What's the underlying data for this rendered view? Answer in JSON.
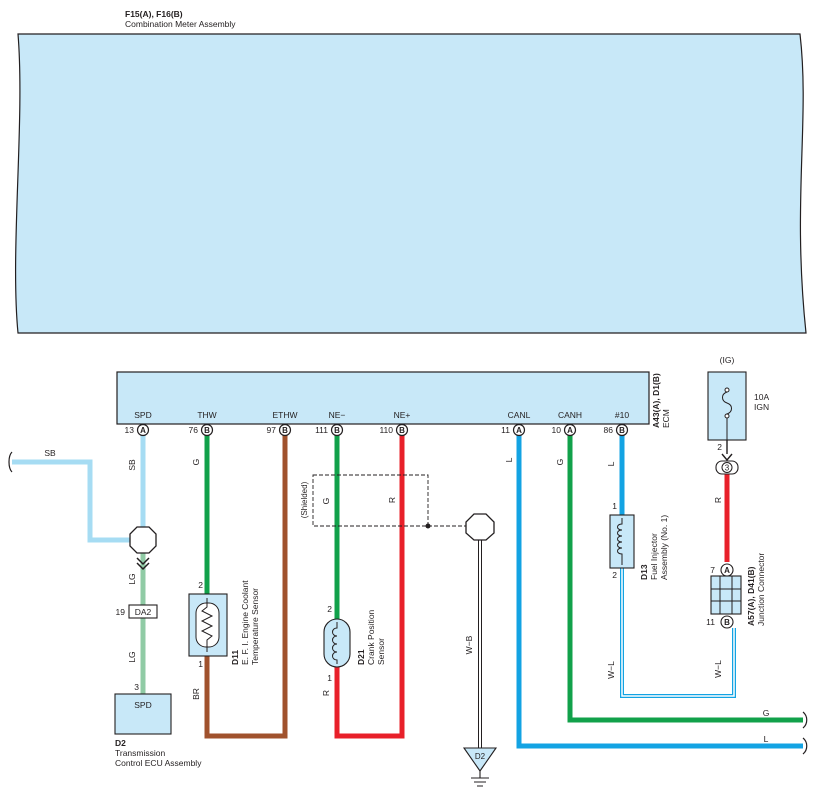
{
  "meter": {
    "code": "F15(A), F16(B)",
    "name": "Combination Meter Assembly"
  },
  "ecm": {
    "code": "A43(A), D1(B)",
    "name": "ECM"
  },
  "pins": [
    {
      "name": "SPD",
      "num": "13",
      "conn": "A"
    },
    {
      "name": "THW",
      "num": "76",
      "conn": "B"
    },
    {
      "name": "ETHW",
      "num": "97",
      "conn": "B"
    },
    {
      "name": "NE−",
      "num": "111",
      "conn": "B"
    },
    {
      "name": "NE+",
      "num": "110",
      "conn": "B"
    },
    {
      "name": "CANL",
      "num": "11",
      "conn": "A"
    },
    {
      "name": "CANH",
      "num": "10",
      "conn": "A"
    },
    {
      "name": "#10",
      "num": "86",
      "conn": "B"
    }
  ],
  "wires": {
    "sb": "SB",
    "lg": "LG",
    "g": "G",
    "br": "BR",
    "r": "R",
    "l": "L",
    "wb": "W−B",
    "wl": "W−L",
    "shielded": "(Shielded)"
  },
  "transmission": {
    "code": "D2",
    "name1": "Transmission",
    "name2": "Control ECU Assembly",
    "box": "SPD",
    "pin": "3"
  },
  "da2": {
    "label": "DA2",
    "pin": "19"
  },
  "ect": {
    "code": "D11",
    "name1": "E. F. I.  Engine Coolant",
    "name2": "Temperature Sensor",
    "pin_top": "2",
    "pin_bot": "1"
  },
  "crank": {
    "code": "D21",
    "name1": "Crank Position",
    "name2": "Sensor",
    "pin_top": "2",
    "pin_bot": "1"
  },
  "injector": {
    "code": "D13",
    "name1": "Fuel Injector",
    "name2": "Assembly (No. 1)",
    "pin_top": "1",
    "pin_bot": "2"
  },
  "fuse": {
    "label": "(IG)",
    "amp": "10A",
    "name": "IGN",
    "pin": "2"
  },
  "ign_conn": {
    "pin": "3"
  },
  "junction": {
    "code": "A57(A), D41(B)",
    "name": "Junction Connector",
    "pin_a_num": "7",
    "pin_a": "A",
    "pin_b_num": "11",
    "pin_b": "B"
  },
  "ground": {
    "label": "D2"
  },
  "colors": {
    "sb": "#a6dcf3",
    "lg": "#90cba5",
    "g": "#11a14a",
    "br": "#a0522d",
    "r": "#e8202a",
    "l": "#13a3e3",
    "box": "#c8e8f8"
  }
}
